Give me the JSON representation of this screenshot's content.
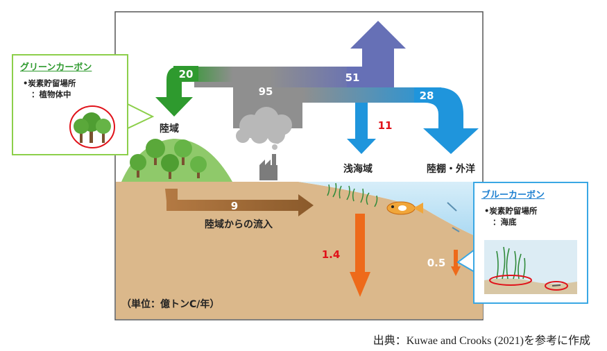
{
  "flows": {
    "total": "95",
    "green_land": "20",
    "atmosphere": "51",
    "ocean_total": "28",
    "shallow": "11",
    "land_inflow": "9",
    "sediment_shallow": "1.4",
    "sediment_deep": "0.5"
  },
  "labels": {
    "land": "陸域",
    "shallow_sea": "浅海域",
    "shelf_open": "陸棚・外洋",
    "land_inflow": "陸域からの流入",
    "unit": "（単位：億トンC/年）"
  },
  "green_carbon": {
    "title": "グリーンカーボン",
    "line1": "•炭素貯留場所",
    "line2": "：植物体中"
  },
  "blue_carbon": {
    "title": "ブルーカーボン",
    "line1": "•炭素貯留場所",
    "line2": "：海底"
  },
  "source": "出典：Kuwae and Crooks (2021)を参考に作成",
  "colors": {
    "green": "#2e9a2e",
    "gray": "#8a8a8a",
    "purple": "#6670b6",
    "blue": "#1f95dc",
    "brown": "#8a5a2b",
    "orange": "#ee6a1a",
    "red": "#e0121a"
  }
}
